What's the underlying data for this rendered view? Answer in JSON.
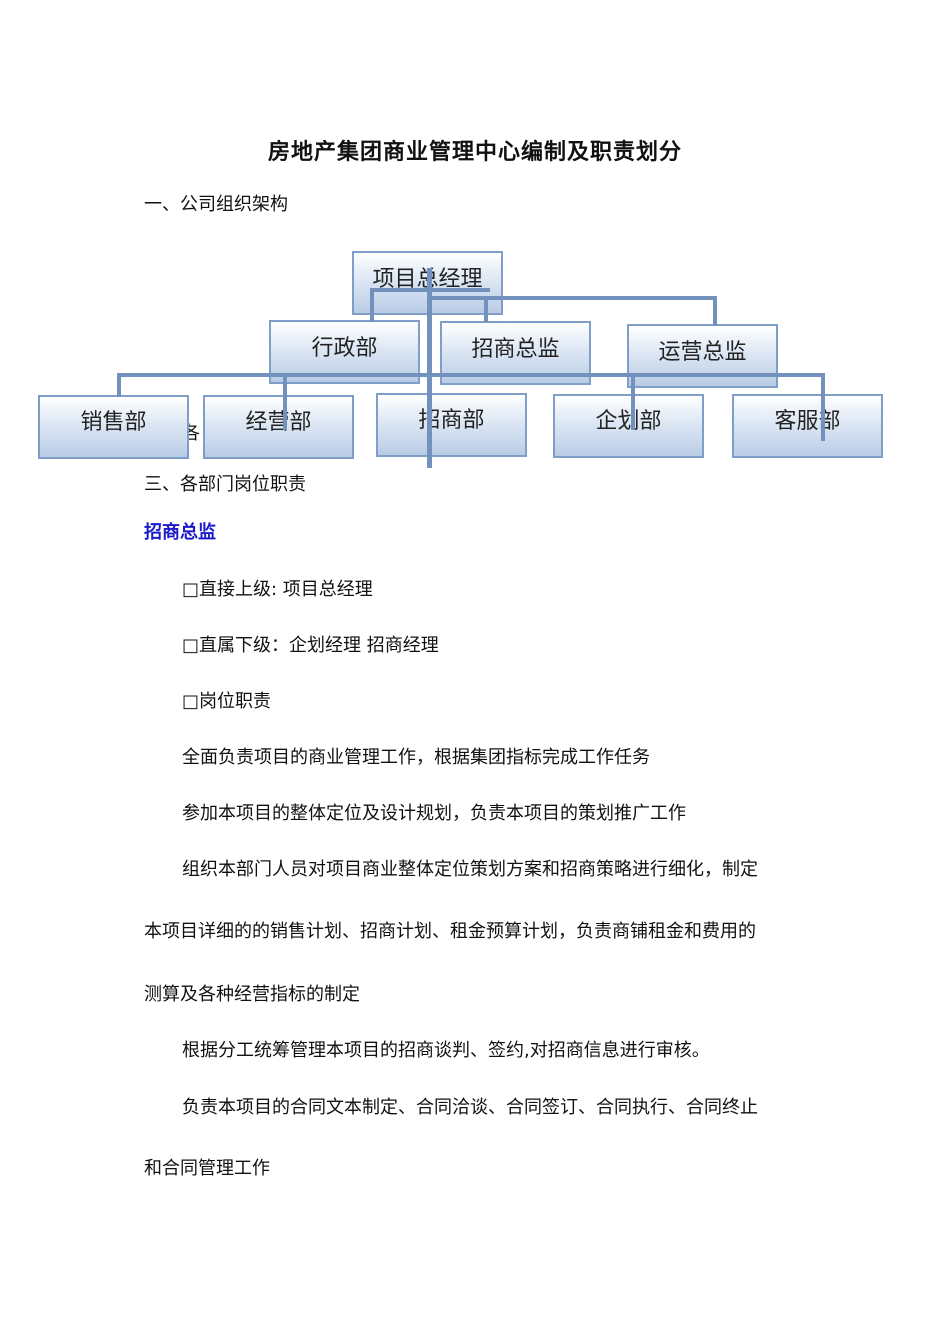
{
  "title": "房地产集团商业管理中心编制及职责划分",
  "sections": {
    "org": "一、公司组织架构",
    "duties": "三、各部门岗位职责"
  },
  "hidden_text": "各",
  "org_chart": {
    "root": "项目总经理",
    "level2": [
      "行政部",
      "招商总监",
      "运营总监"
    ],
    "level3": [
      "销售部",
      "经营部",
      "招商部",
      "企划部",
      "客服部"
    ]
  },
  "role": {
    "name": "招商总监",
    "superior": "□直接上级: 项目总经理",
    "subordinate": "□直属下级：企划经理 招商经理",
    "duty_heading": "□岗位职责",
    "duty_lines": [
      "全面负责项目的商业管理工作，根据集团指标完成工作任务",
      "参加本项目的整体定位及设计规划，负责本项目的策划推广工作",
      "组织本部门人员对项目商业整体定位策划方案和招商策略进行细化，制定",
      "本项目详细的的销售计划、招商计划、租金预算计划，负责商铺租金和费用的",
      "测算及各种经营指标的制定",
      "根据分工统筹管理本项目的招商谈判、签约,对招商信息进行审核。",
      "负责本项目的合同文本制定、合同洽谈、合同签订、合同执行、合同终止",
      "和合同管理工作"
    ]
  }
}
